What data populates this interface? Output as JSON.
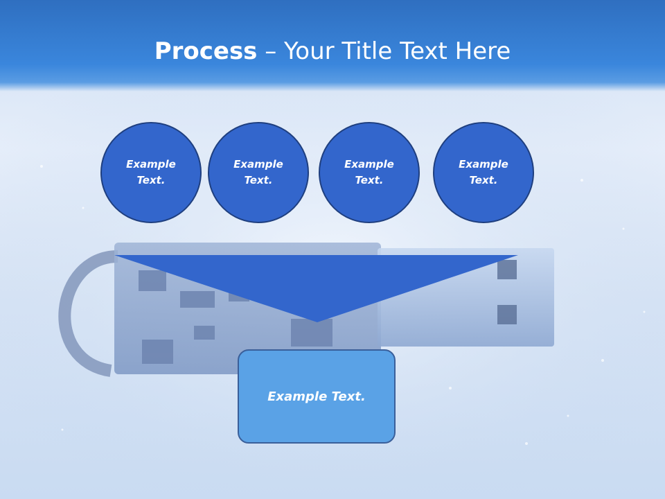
{
  "slide": {
    "title_bold": "Process",
    "title_rest": " – Your Title Text Here"
  },
  "process": {
    "steps": [
      {
        "label": "Example Text."
      },
      {
        "label": "Example Text."
      },
      {
        "label": "Example Text."
      },
      {
        "label": "Example Text."
      }
    ],
    "result": {
      "label": "Example Text."
    }
  },
  "colors": {
    "header": "#3a86dc",
    "circle_fill": "#3366cc",
    "circle_border": "#1f3f7f",
    "funnel": "#3366cc",
    "result_fill": "#5aa2e6"
  }
}
